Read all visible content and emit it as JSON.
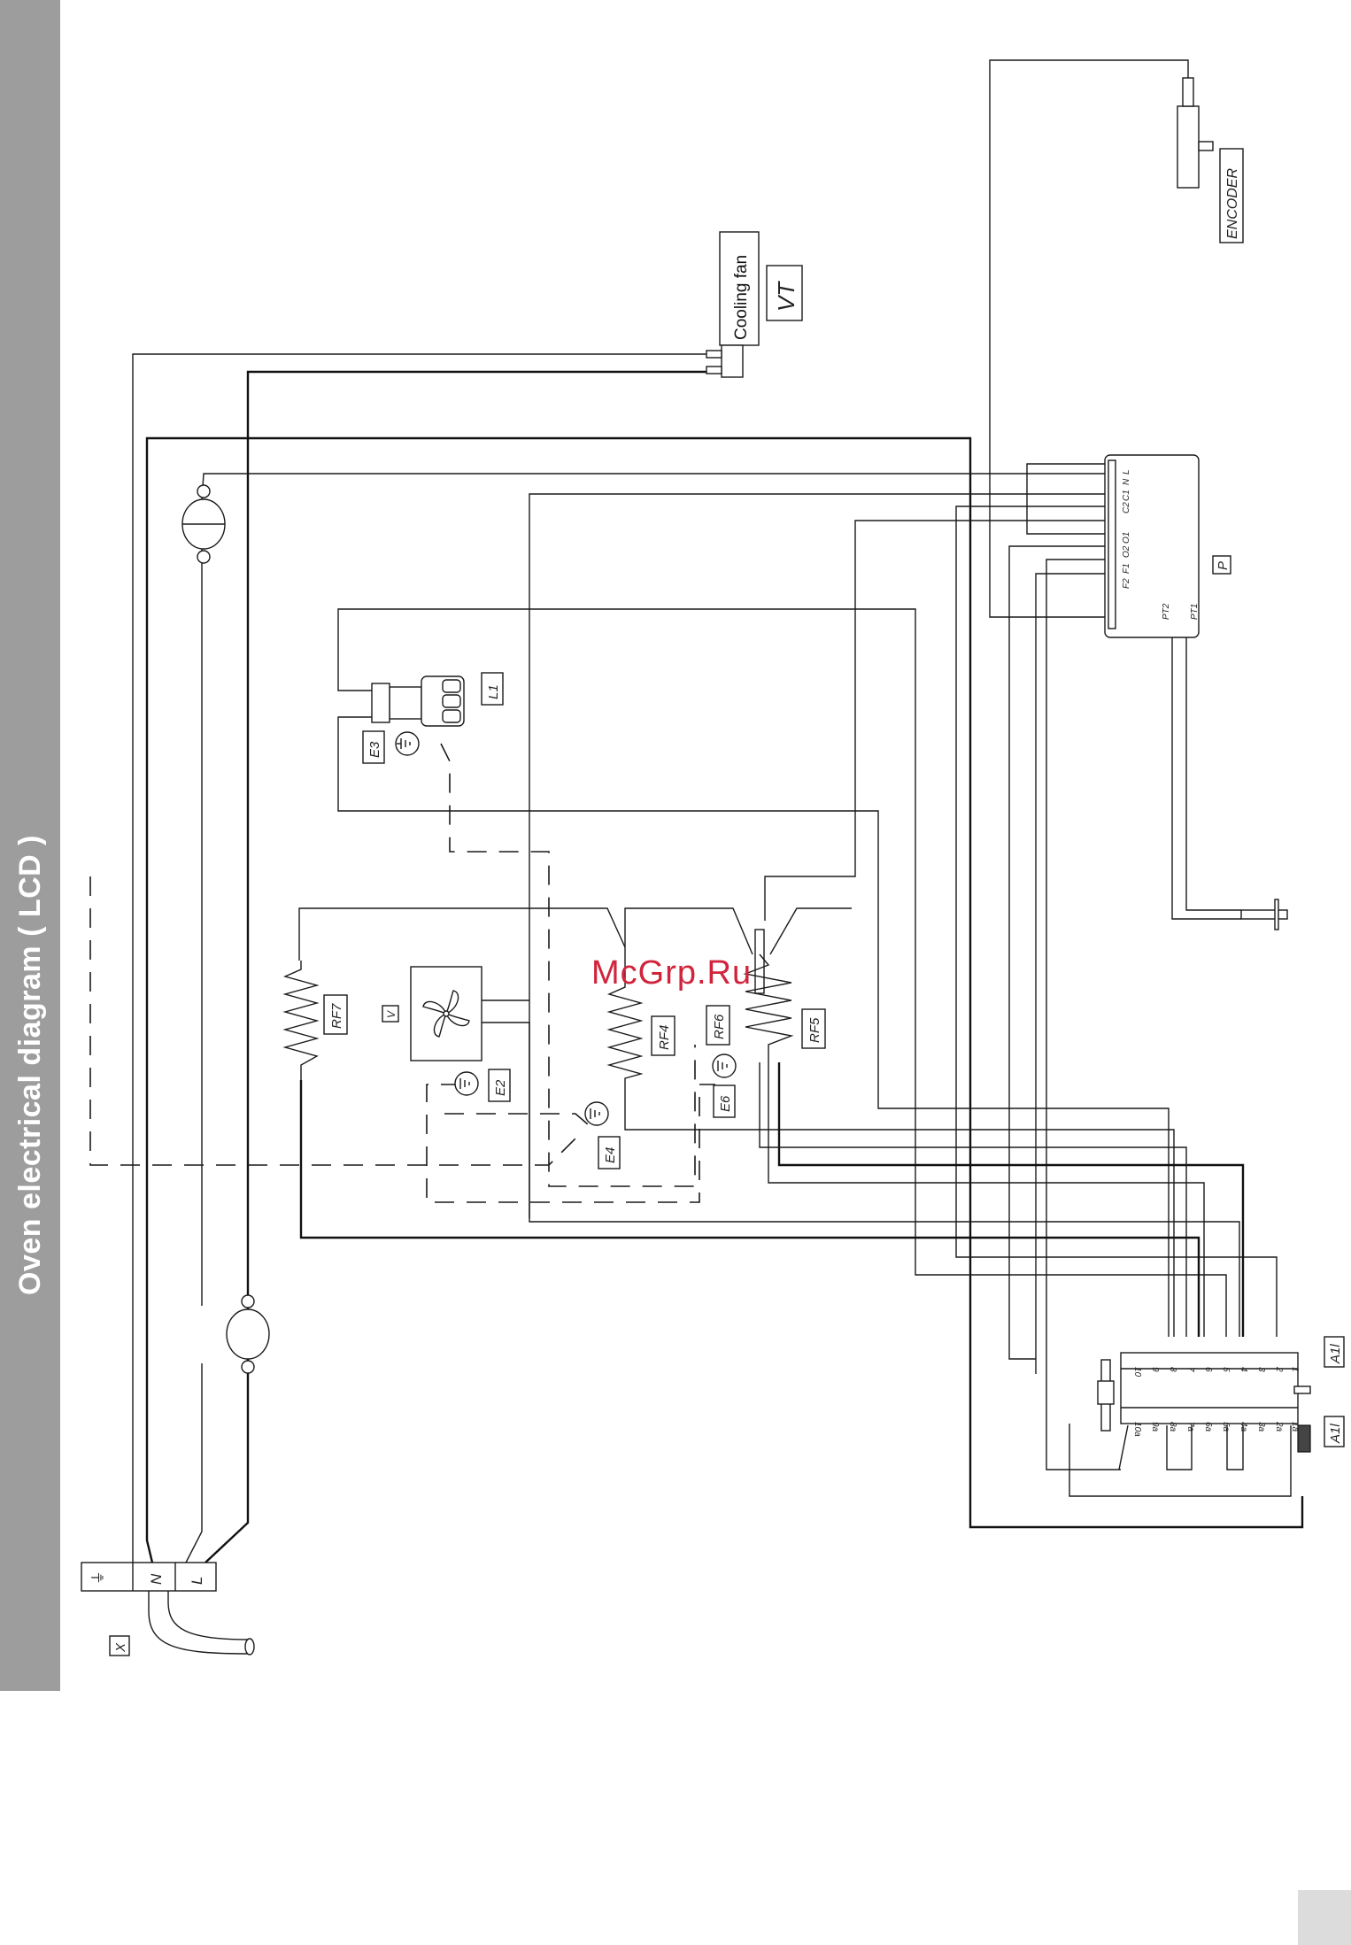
{
  "title": "Oven electrical diagram ( LCD )",
  "watermark": "McGrp.Ru",
  "components": {
    "cooling_fan": {
      "label": "Cooling fan",
      "code": "VT"
    },
    "encoder": "ENCODER",
    "programmer": "P",
    "lamp": "L1",
    "fan_motor": "V",
    "heaters": {
      "rf7": "RF7",
      "rf4": "RF4",
      "rf5": "RF5",
      "rf6": "RF6"
    },
    "earths": {
      "e2": "E2",
      "e3": "E3",
      "e4": "E4",
      "e6": "E6"
    },
    "selector": {
      "a1l_top": "A1l",
      "a1l_bottom": "A1l"
    },
    "terminal_block": {
      "code": "X",
      "earth": "⏚",
      "n": "N",
      "l": "L"
    }
  },
  "programmer_pins": {
    "supply": [
      "N",
      "L"
    ],
    "outputs": [
      "C2",
      "C1",
      "O2",
      "O1",
      "F2",
      "F1"
    ],
    "probe": [
      "PT2",
      "PT1"
    ]
  },
  "selector_contacts": [
    "10",
    "9",
    "8",
    "7",
    "6",
    "5",
    "4",
    "3",
    "2",
    "1"
  ],
  "selector_contacts_a": [
    "10a",
    "9a",
    "8a",
    "7a",
    "6a",
    "5a",
    "4a",
    "3a",
    "2a",
    "1a"
  ]
}
